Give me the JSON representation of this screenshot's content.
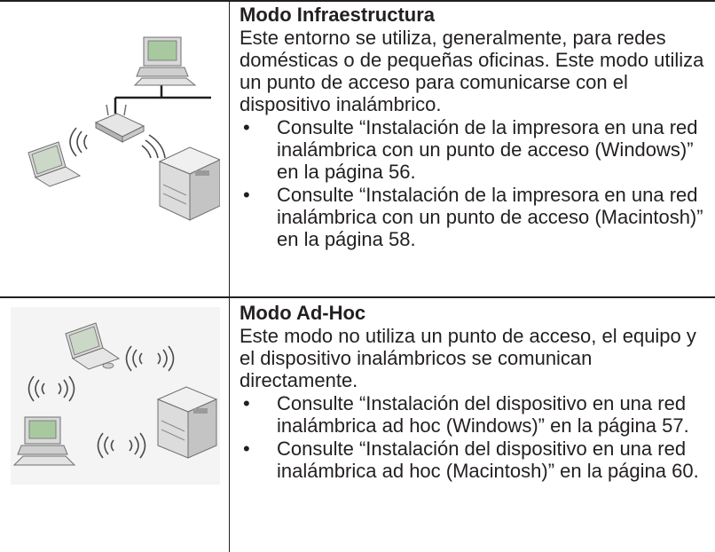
{
  "modes": [
    {
      "title": "Modo Infraestructura",
      "description": "Este entorno se utiliza, generalmente, para redes domésticas o de pequeñas oficinas. Este modo utiliza un punto de acceso para comunicarse con el dispositivo inalámbrico.",
      "references": [
        "Consulte “Instalación de la impresora en una red inalámbrica con un punto de acceso (Windows)” en la página 56.",
        "Consulte “Instalación de la impresora en una red inalámbrica con un punto de acceso (Macintosh)” en la página 58."
      ]
    },
    {
      "title": "Modo Ad-Hoc",
      "description": "Este modo no utiliza un punto de acceso, el equipo y el dispositivo inalámbricos se comunican directamente.",
      "references": [
        "Consulte “Instalación del dispositivo en una red inalámbrica ad hoc (Windows)” en la página 57.",
        "Consulte “Instalación del dispositivo en una red inalámbrica ad hoc (Macintosh)” en la página 60."
      ]
    }
  ],
  "bullet": "•",
  "colors": {
    "text": "#231f20",
    "device_fill": "#d9d9d9",
    "device_shadow": "#9a9a9a",
    "screen_green": "#a8c9a0",
    "illustration_bg": "#f4f4f4"
  },
  "icons": [
    "desktop-computer-icon",
    "laptop-icon",
    "access-point-router-icon",
    "printer-icon",
    "wireless-signal-icon"
  ]
}
